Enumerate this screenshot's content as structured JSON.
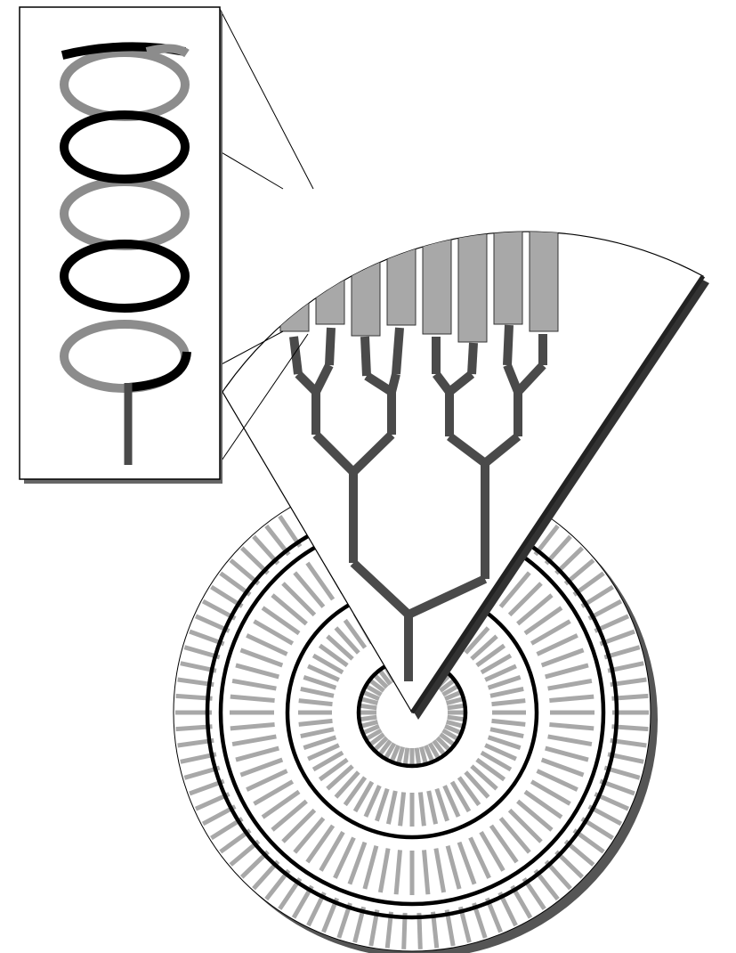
{
  "diagram": {
    "colors": {
      "background": "#ffffff",
      "outline": "#000000",
      "black_strand": "#000000",
      "gray_strand": "#8c8c8c",
      "tree_branch": "#4a4a4a",
      "leaf_fill": "#a8a8a8",
      "leaf_stroke": "#333333",
      "ring": "#000000",
      "spoke": "#a8a8a8",
      "shadow": "#555555"
    },
    "icons": {
      "helix": "double-helix-icon",
      "tree": "branching-tree-icon",
      "rings": "concentric-rings-icon"
    },
    "structure": {
      "helix_turns": 3,
      "leaf_count": 8,
      "tree_levels": 3,
      "ring_count": 4,
      "spoke_bands": 4
    }
  }
}
